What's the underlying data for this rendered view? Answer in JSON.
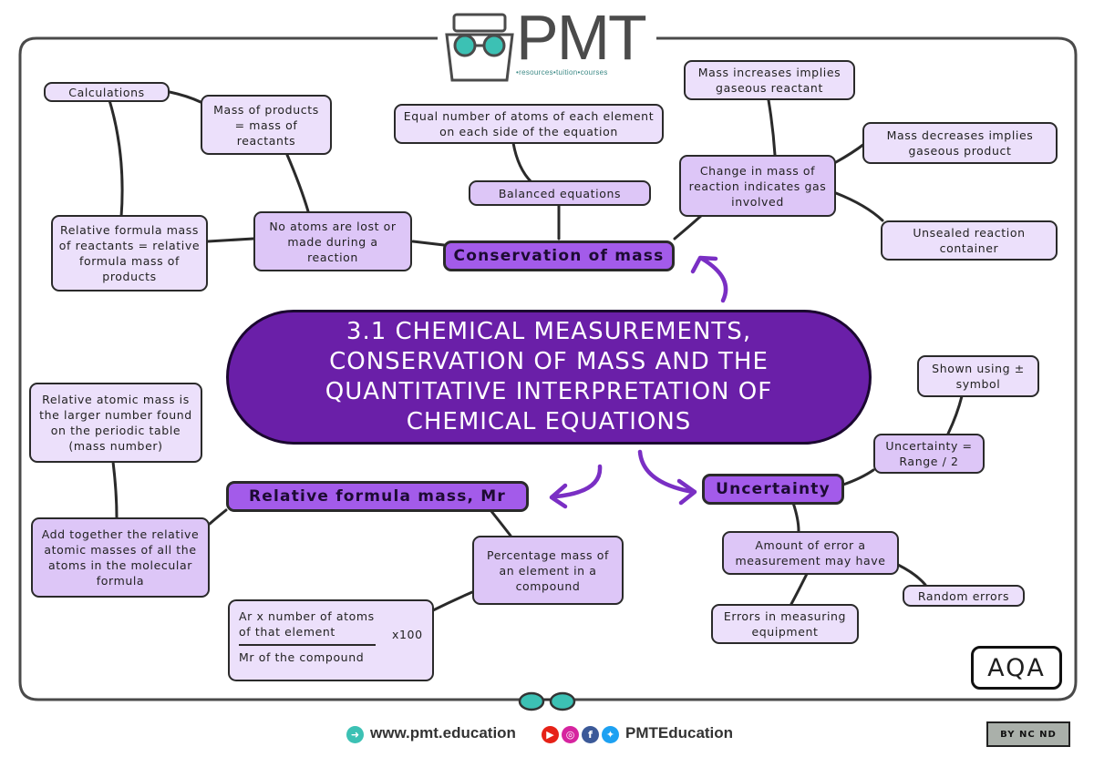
{
  "logo": {
    "text": "PMT",
    "tagline": "•resources•tuition•courses"
  },
  "central": "3.1 CHEMICAL MEASUREMENTS, CONSERVATION OF MASS AND THE QUANTITATIVE INTERPRETATION OF CHEMICAL EQUATIONS",
  "conservation": {
    "title": "Conservation of mass",
    "balanced": "Balanced equations",
    "equal_atoms": "Equal number of atoms of each element on each side of the equation",
    "no_atoms_lost": "No atoms are lost or made during a reaction",
    "mass_products": "Mass of products = mass of reactants",
    "calculations": "Calculations",
    "relative_formula": "Relative formula mass of reactants = relative formula mass of products",
    "change_mass": "Change in mass of reaction indicates gas involved",
    "mass_increases": "Mass increases implies gaseous reactant",
    "mass_decreases": "Mass decreases implies gaseous product",
    "unsealed": "Unsealed reaction container"
  },
  "relative": {
    "title": "Relative formula mass, Mr",
    "atomic_mass": "Relative atomic mass is the larger number found on the periodic table (mass number)",
    "add_together": "Add together the relative atomic masses of all the atoms in the molecular formula",
    "percentage": "Percentage mass of an element in a compound",
    "formula_numerator": "Ar x number of atoms of that element",
    "formula_denominator": "Mr of the compound",
    "formula_multiplier": "x100"
  },
  "uncertainty": {
    "title": "Uncertainty",
    "shown_using": "Shown using ± symbol",
    "range": "Uncertainty = Range / 2",
    "amount_error": "Amount of error a measurement may have",
    "errors_equipment": "Errors in measuring equipment",
    "random_errors": "Random errors"
  },
  "badge": "AQA",
  "footer": {
    "website": "www.pmt.education",
    "social": "PMTEducation",
    "license": "BY NC ND"
  },
  "colors": {
    "central": "#6a1fa8",
    "main_node": "#a35bea",
    "sub_node": "#ddc6f7",
    "leaf_node": "#ece0fb",
    "arrow": "#7a2fc4"
  }
}
